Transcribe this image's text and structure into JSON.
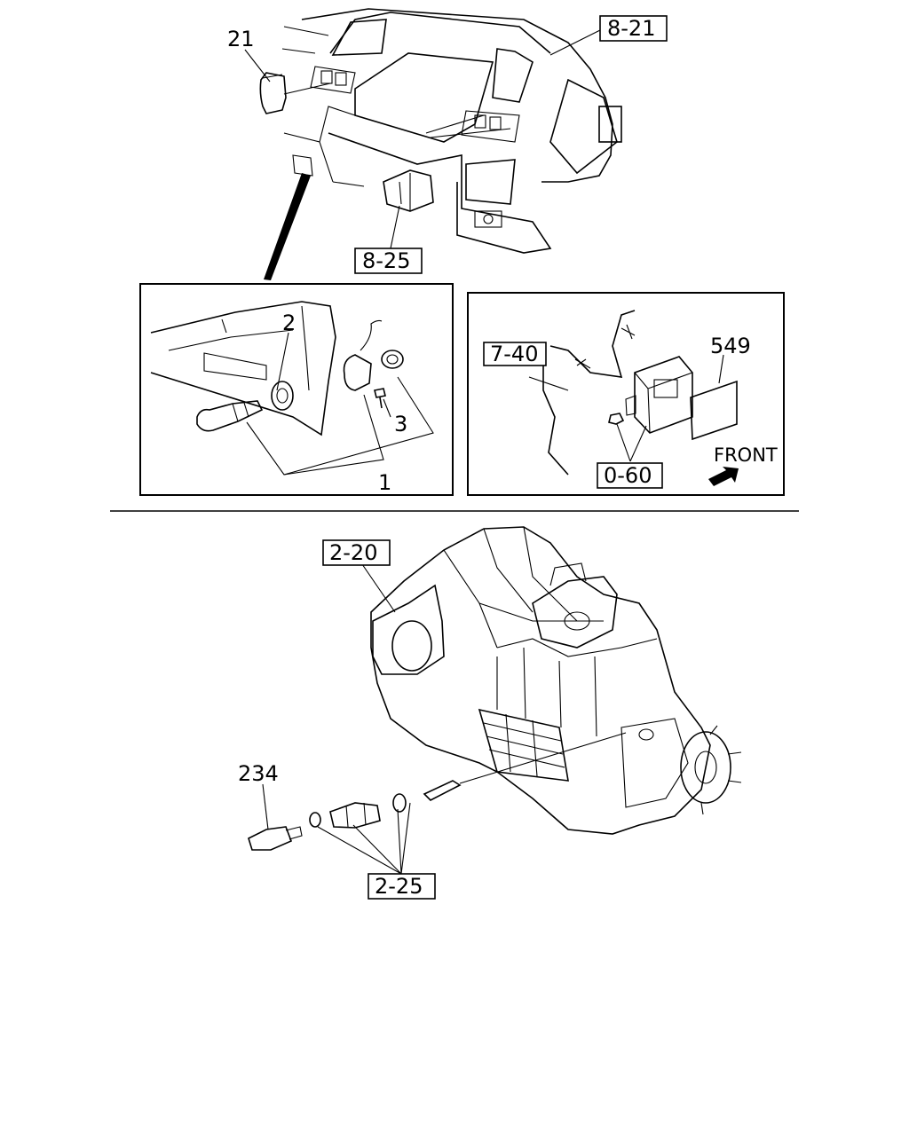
{
  "callouts": {
    "ref_8_21": "8-21",
    "part_21": "21",
    "ref_8_25": "8-25",
    "part_2": "2",
    "part_3": "3",
    "part_1": "1",
    "ref_7_40": "7-40",
    "part_549": "549",
    "ref_0_60": "0-60",
    "front_label": "FRONT",
    "ref_2_20": "2-20",
    "part_234": "234",
    "ref_2_25": "2-25"
  }
}
